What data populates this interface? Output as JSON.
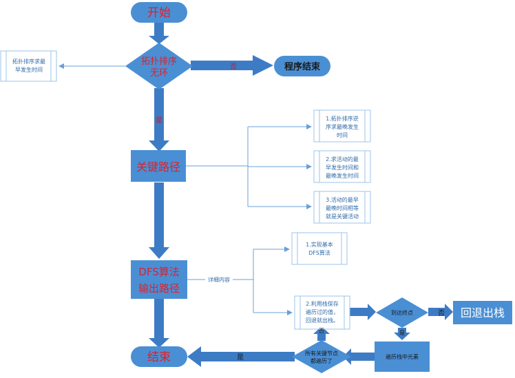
{
  "nodes": {
    "start": "开始",
    "topo_check": [
      "拓扑排序",
      "无环"
    ],
    "program_end": "程序结束",
    "topo_left": [
      "拓扑排序求最",
      "早发生时间"
    ],
    "critical_path": "关键路径",
    "step1": [
      "1.拓扑排序逆",
      "序求最晚发生",
      "时间"
    ],
    "step2": [
      "2.求活动的最",
      "早发生时间和",
      "最晚发生时间"
    ],
    "step3": [
      "3.活动的最早",
      "最晚时间相等",
      "就是关键活动"
    ],
    "dfs": [
      "DFS算法",
      "输出路径"
    ],
    "dfs1": [
      "1.实现基本",
      "DFS算法"
    ],
    "dfs2": [
      "2.利用栈保存",
      "遍历过的值，",
      "回退就出栈。"
    ],
    "reach_end": "到达终点",
    "backtrack": "回退出栈",
    "traverse_stack": "遍历栈中元素",
    "all_traversed": [
      "所有关键节点",
      "都遍历了"
    ],
    "end": "结束"
  },
  "labels": {
    "no_topo": "否",
    "yes_topo": "是",
    "detail": "详细内容",
    "no_reach": "否",
    "yes_reach": "是",
    "no_all": "否",
    "yes_all": "是"
  },
  "colors": {
    "fill": "#4a8fd4",
    "text_red": "#e0202a",
    "line": "#6a9fd8",
    "box_border": "#9cc3e8"
  }
}
